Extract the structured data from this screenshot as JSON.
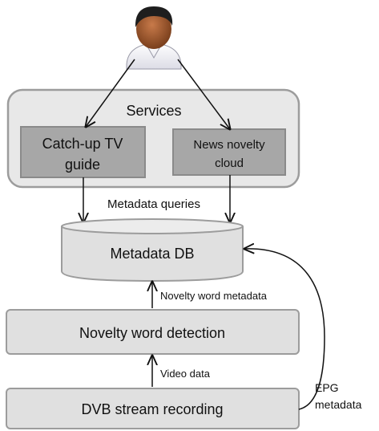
{
  "user": {
    "icon": "user-avatar-icon"
  },
  "services": {
    "title": "Services",
    "catchup_line1": "Catch-up TV",
    "catchup_line2": "guide",
    "news_line1": "News novelty",
    "news_line2": "cloud"
  },
  "metadata_queries": "Metadata queries",
  "metadata_db": "Metadata DB",
  "novelty_word_metadata": "Novelty word metadata",
  "novelty_word_detection": "Novelty word detection",
  "video_data": "Video data",
  "dvb_stream_recording": "DVB stream recording",
  "epg_line1": "EPG",
  "epg_line2": "metadata"
}
